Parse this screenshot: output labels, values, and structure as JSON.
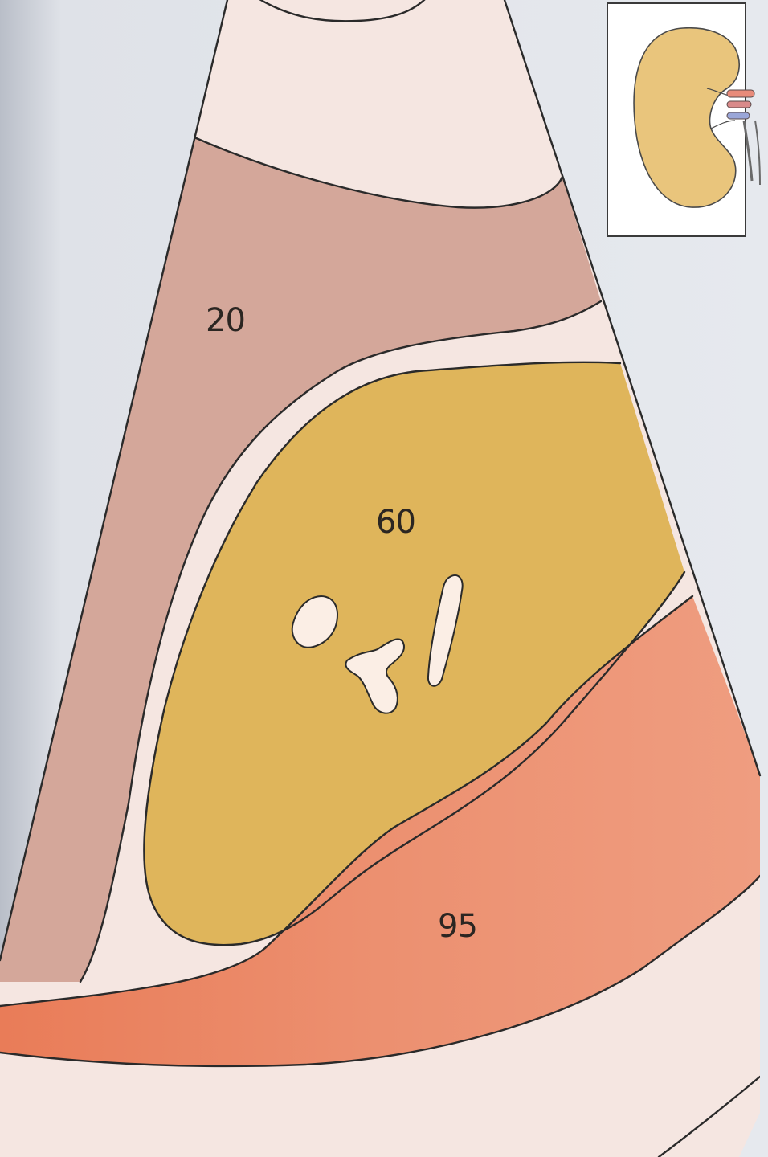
{
  "labels": {
    "upper_region": "20",
    "middle_region": "60",
    "lower_region": "95"
  },
  "colors": {
    "background": "#d9dde3",
    "sector_light": "#f5e6e1",
    "upper_region": "#d4a79a",
    "middle_region": "#dfb55b",
    "lower_region": "#eb9471",
    "lower_region_dark": "#e87f5a",
    "inset_kidney": "#e9c57c",
    "inset_background": "#ffffff"
  },
  "inset": {
    "icon": "kidney-icon"
  }
}
